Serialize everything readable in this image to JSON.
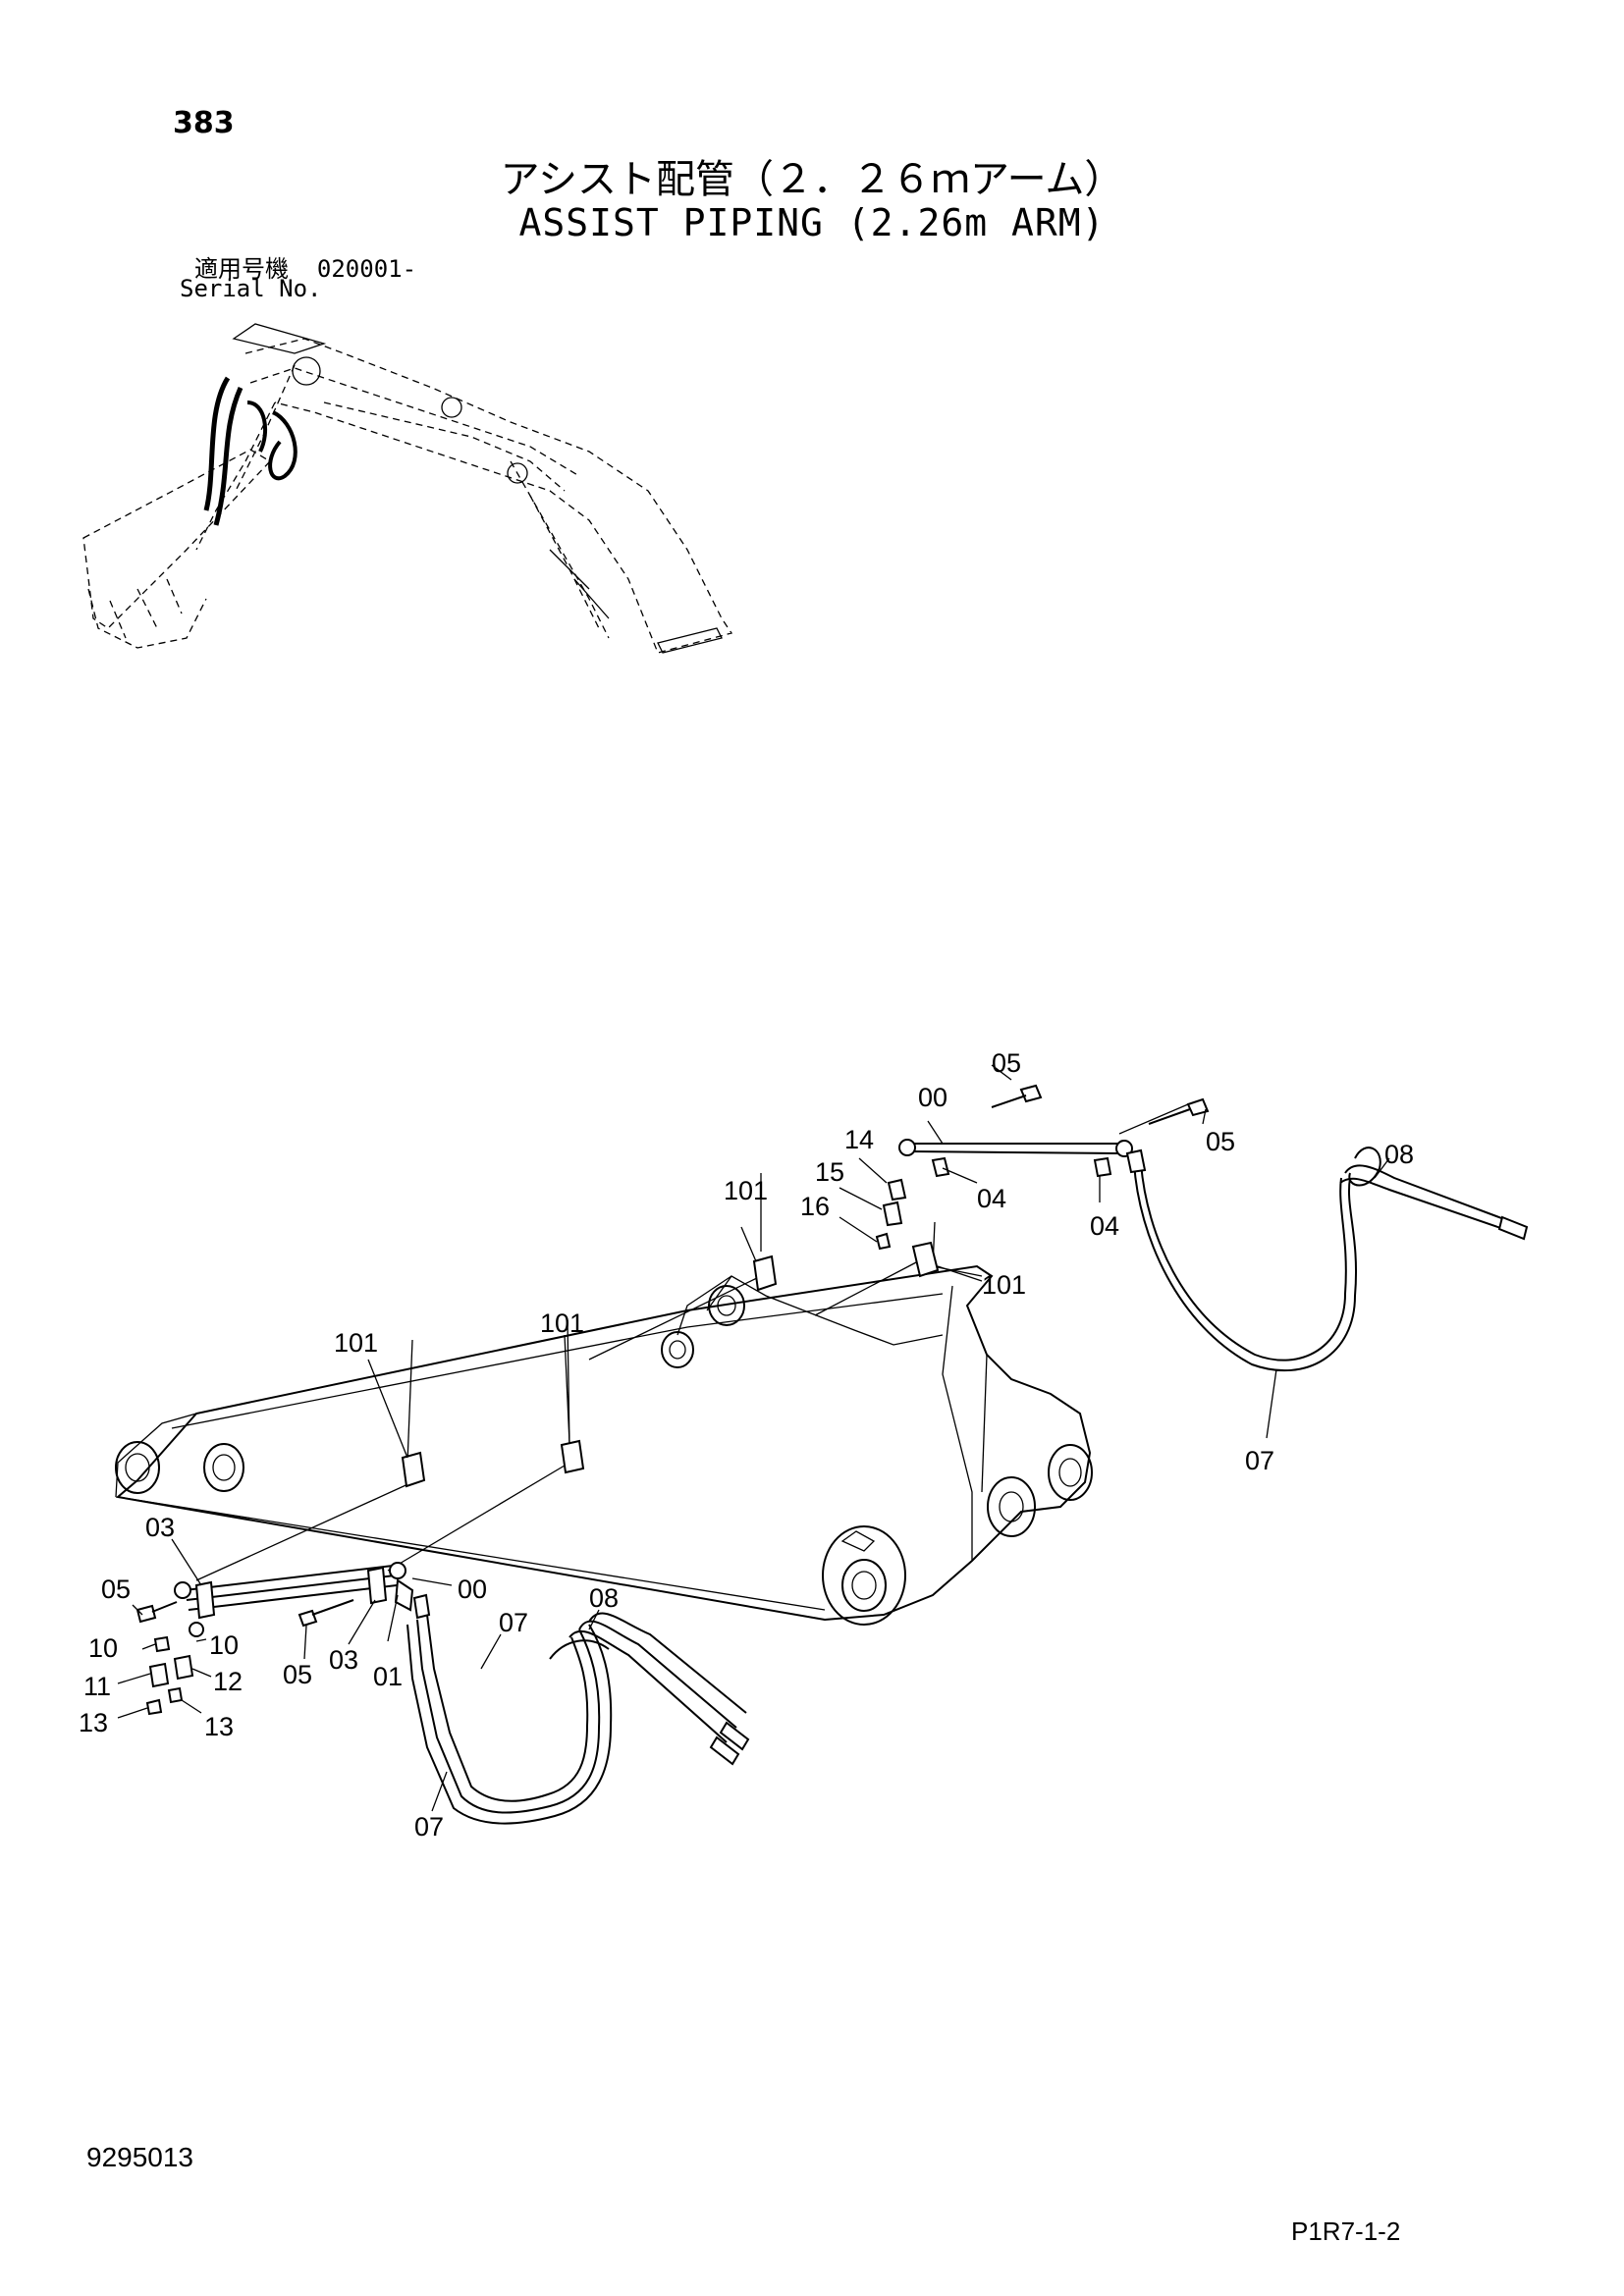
{
  "header": {
    "page_number": "383",
    "title_jp": "アシスト配管（２．２６ｍアーム）",
    "title_en": "ASSIST PIPING (2.26m ARM)",
    "serial_label_jp": "適用号機",
    "serial_value": "020001-",
    "serial_label_en": "Serial No."
  },
  "callouts": {
    "upper_right": [
      "05",
      "00",
      "14",
      "15",
      "16",
      "101",
      "04",
      "04",
      "05",
      "08",
      "101",
      "07"
    ],
    "middle": [
      "101",
      "101"
    ],
    "lower_left": [
      "03",
      "05",
      "10",
      "10",
      "11",
      "12",
      "13",
      "13",
      "05",
      "03",
      "01",
      "00",
      "07",
      "08",
      "07"
    ]
  },
  "footer": {
    "doc_number": "9295013",
    "sheet_code": "P1R7-1-2"
  }
}
